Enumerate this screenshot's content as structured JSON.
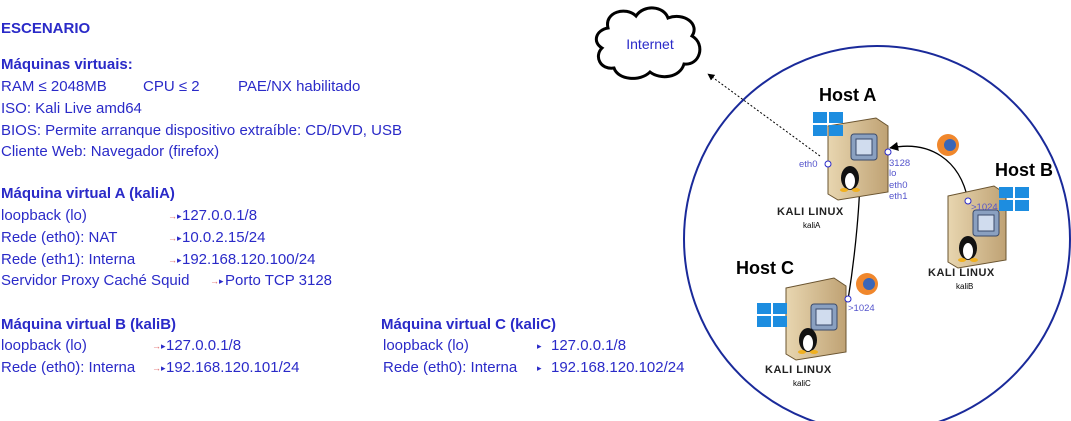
{
  "heading": "ESCENARIO",
  "vm_general": {
    "title": "Máquinas virtuais:",
    "ram": "RAM ≤ 2048MB",
    "cpu": "CPU ≤ 2",
    "pae": "PAE/NX habilitado",
    "iso": "ISO: Kali Live amd64",
    "bios": "BIOS: Permite arranque dispositivo extraíble: CD/DVD, USB",
    "client": "Cliente Web: Navegador (firefox)"
  },
  "vm_a": {
    "title": "Máquina virtual A (kaliA)",
    "rows": [
      {
        "label": "loopback (lo)",
        "value": "127.0.0.1/8"
      },
      {
        "label": "Rede (eth0): NAT",
        "value": "10.0.2.15/24"
      },
      {
        "label": "Rede (eth1): Interna",
        "value": "192.168.120.100/24"
      },
      {
        "label": "Servidor Proxy Caché Squid",
        "value": "Porto TCP 3128"
      }
    ]
  },
  "vm_b": {
    "title": "Máquina virtual B (kaliB)",
    "rows": [
      {
        "label": "loopback (lo)",
        "value": "127.0.0.1/8"
      },
      {
        "label": "Rede (eth0): Interna",
        "value": "192.168.120.101/24"
      }
    ]
  },
  "vm_c": {
    "title": "Máquina virtual C (kaliC)",
    "rows": [
      {
        "label": "loopback (lo)",
        "value": "127.0.0.1/8"
      },
      {
        "label": "Rede (eth0): Interna",
        "value": "192.168.120.102/24"
      }
    ]
  },
  "diagram": {
    "internet": "Internet",
    "host_a": "Host A",
    "host_b": "Host B",
    "host_c": "Host C",
    "kali_brand": "KALI LINUX",
    "kali_a": "kaliA",
    "kali_b": "kaliB",
    "kali_c": "kaliC",
    "a_eth0": "eth0",
    "a_port": "3128",
    "a_lo": "lo",
    "a_eth0_r": "eth0",
    "a_eth1": "eth1",
    "b_port": ">1024",
    "c_port": ">1024"
  },
  "colors": {
    "text": "#2a2ac8",
    "arrow": "#e06a6a",
    "circle": "#1a2a9a"
  }
}
